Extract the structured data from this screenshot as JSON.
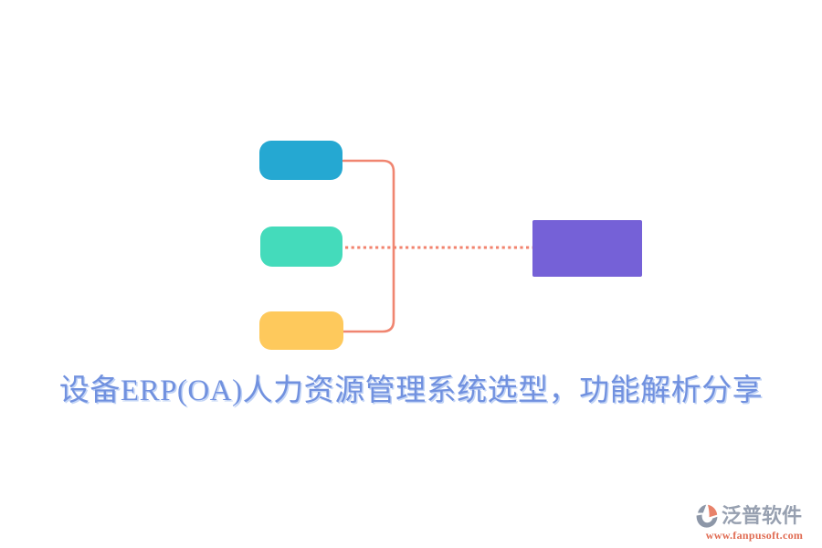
{
  "title": {
    "text": "设备ERP(OA)人力资源管理系统选型，功能解析分享",
    "color": "#7191DF"
  },
  "diagram": {
    "nodes": [
      {
        "name": "top-box",
        "color": "#25A8D2"
      },
      {
        "name": "middle-box",
        "color": "#44DBBB"
      },
      {
        "name": "bottom-box",
        "color": "#FEC95C"
      },
      {
        "name": "target-box",
        "color": "#7561D7"
      }
    ],
    "bracket_color": "#F08570",
    "dotted_color": "#F2836E"
  },
  "watermark": {
    "brand": "泛普软件",
    "url": "www.fanpusoft.com",
    "brand_color": "#97A0B0",
    "url_color": "#E06B52",
    "icon_gray": "#8D97A8",
    "icon_red": "#E8826A"
  }
}
